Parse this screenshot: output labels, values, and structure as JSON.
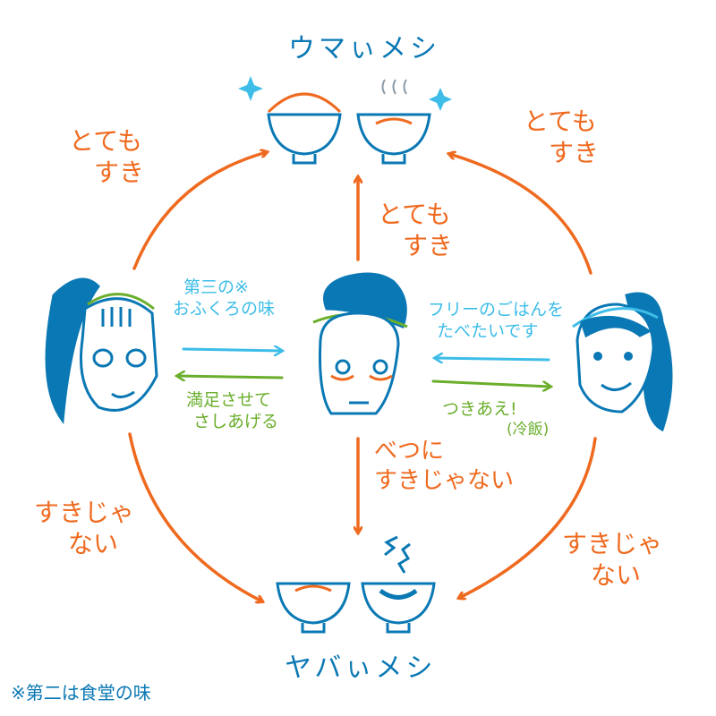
{
  "colors": {
    "orange": "#ef6a1f",
    "blue": "#0a78b4",
    "light_blue": "#3dbde8",
    "green": "#6aae2c"
  },
  "top_label": "ウマぃメシ",
  "bottom_label": "ヤバぃメシ",
  "edges": {
    "left_to_good": [
      "とても",
      "すき"
    ],
    "right_to_good": [
      "とても",
      "すき"
    ],
    "center_to_good": [
      "とても",
      "すき"
    ],
    "center_to_bad": [
      "べつに",
      "すきじゃない"
    ],
    "left_to_bad": [
      "すきじゃ",
      "ない"
    ],
    "right_to_bad": [
      "すきじゃ",
      "ない"
    ],
    "left_to_center": [
      "第三の※",
      "おふくろの味"
    ],
    "center_to_left": [
      "満足させて",
      "さしあげる"
    ],
    "right_to_center": [
      "フリーのごはんを",
      "たべたいです"
    ],
    "center_to_right": [
      "つきあえ!",
      "(冷飯)"
    ]
  },
  "footnote": "※第二は食堂の味"
}
